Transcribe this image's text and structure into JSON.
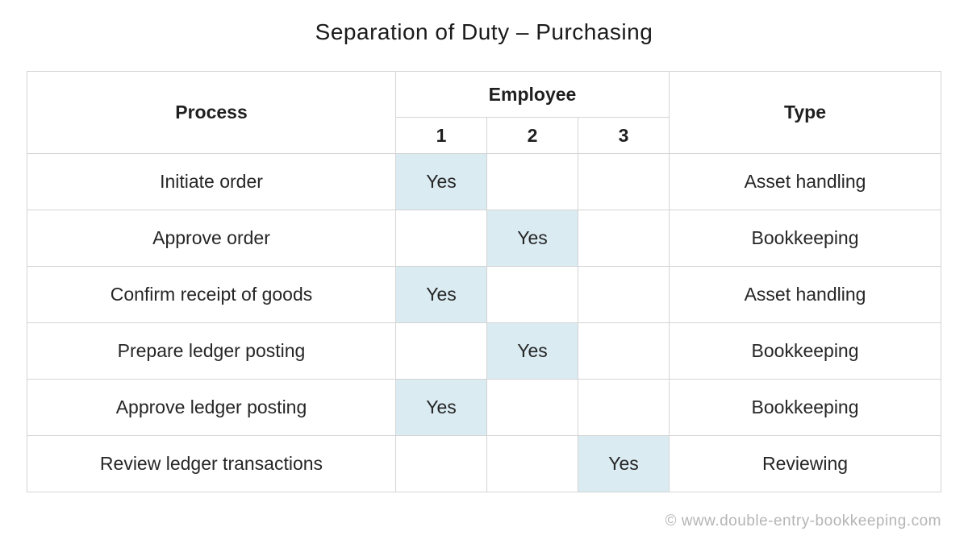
{
  "title": "Separation of Duty – Purchasing",
  "footer": "© www.double-entry-bookkeeping.com",
  "colors": {
    "highlight": "#daebf2",
    "border": "#d4d4d4",
    "text": "#262626",
    "footer_text": "#b5b5b5"
  },
  "table": {
    "header": {
      "process": "Process",
      "employee": "Employee",
      "type": "Type",
      "employees": [
        "1",
        "2",
        "3"
      ]
    },
    "rows": [
      {
        "process": "Initiate order",
        "e1": "Yes",
        "e2": "",
        "e3": "",
        "type": "Asset handling"
      },
      {
        "process": "Approve order",
        "e1": "",
        "e2": "Yes",
        "e3": "",
        "type": "Bookkeeping"
      },
      {
        "process": "Confirm receipt of goods",
        "e1": "Yes",
        "e2": "",
        "e3": "",
        "type": "Asset handling"
      },
      {
        "process": "Prepare ledger posting",
        "e1": "",
        "e2": "Yes",
        "e3": "",
        "type": "Bookkeeping"
      },
      {
        "process": "Approve ledger posting",
        "e1": "Yes",
        "e2": "",
        "e3": "",
        "type": "Bookkeeping"
      },
      {
        "process": "Review ledger transactions",
        "e1": "",
        "e2": "",
        "e3": "Yes",
        "type": "Reviewing"
      }
    ]
  },
  "chart_data": {
    "type": "table",
    "title": "Separation of Duty – Purchasing",
    "columns": [
      "Process",
      "Employee 1",
      "Employee 2",
      "Employee 3",
      "Type"
    ],
    "rows": [
      [
        "Initiate order",
        "Yes",
        "",
        "",
        "Asset handling"
      ],
      [
        "Approve order",
        "",
        "Yes",
        "",
        "Bookkeeping"
      ],
      [
        "Confirm receipt of goods",
        "Yes",
        "",
        "",
        "Asset handling"
      ],
      [
        "Prepare ledger posting",
        "",
        "Yes",
        "",
        "Bookkeeping"
      ],
      [
        "Approve ledger posting",
        "Yes",
        "",
        "",
        "Bookkeeping"
      ],
      [
        "Review ledger transactions",
        "",
        "",
        "Yes",
        "Reviewing"
      ]
    ],
    "notes": "Yes cells are highlighted pale blue; indicates which employee performs each process step"
  }
}
